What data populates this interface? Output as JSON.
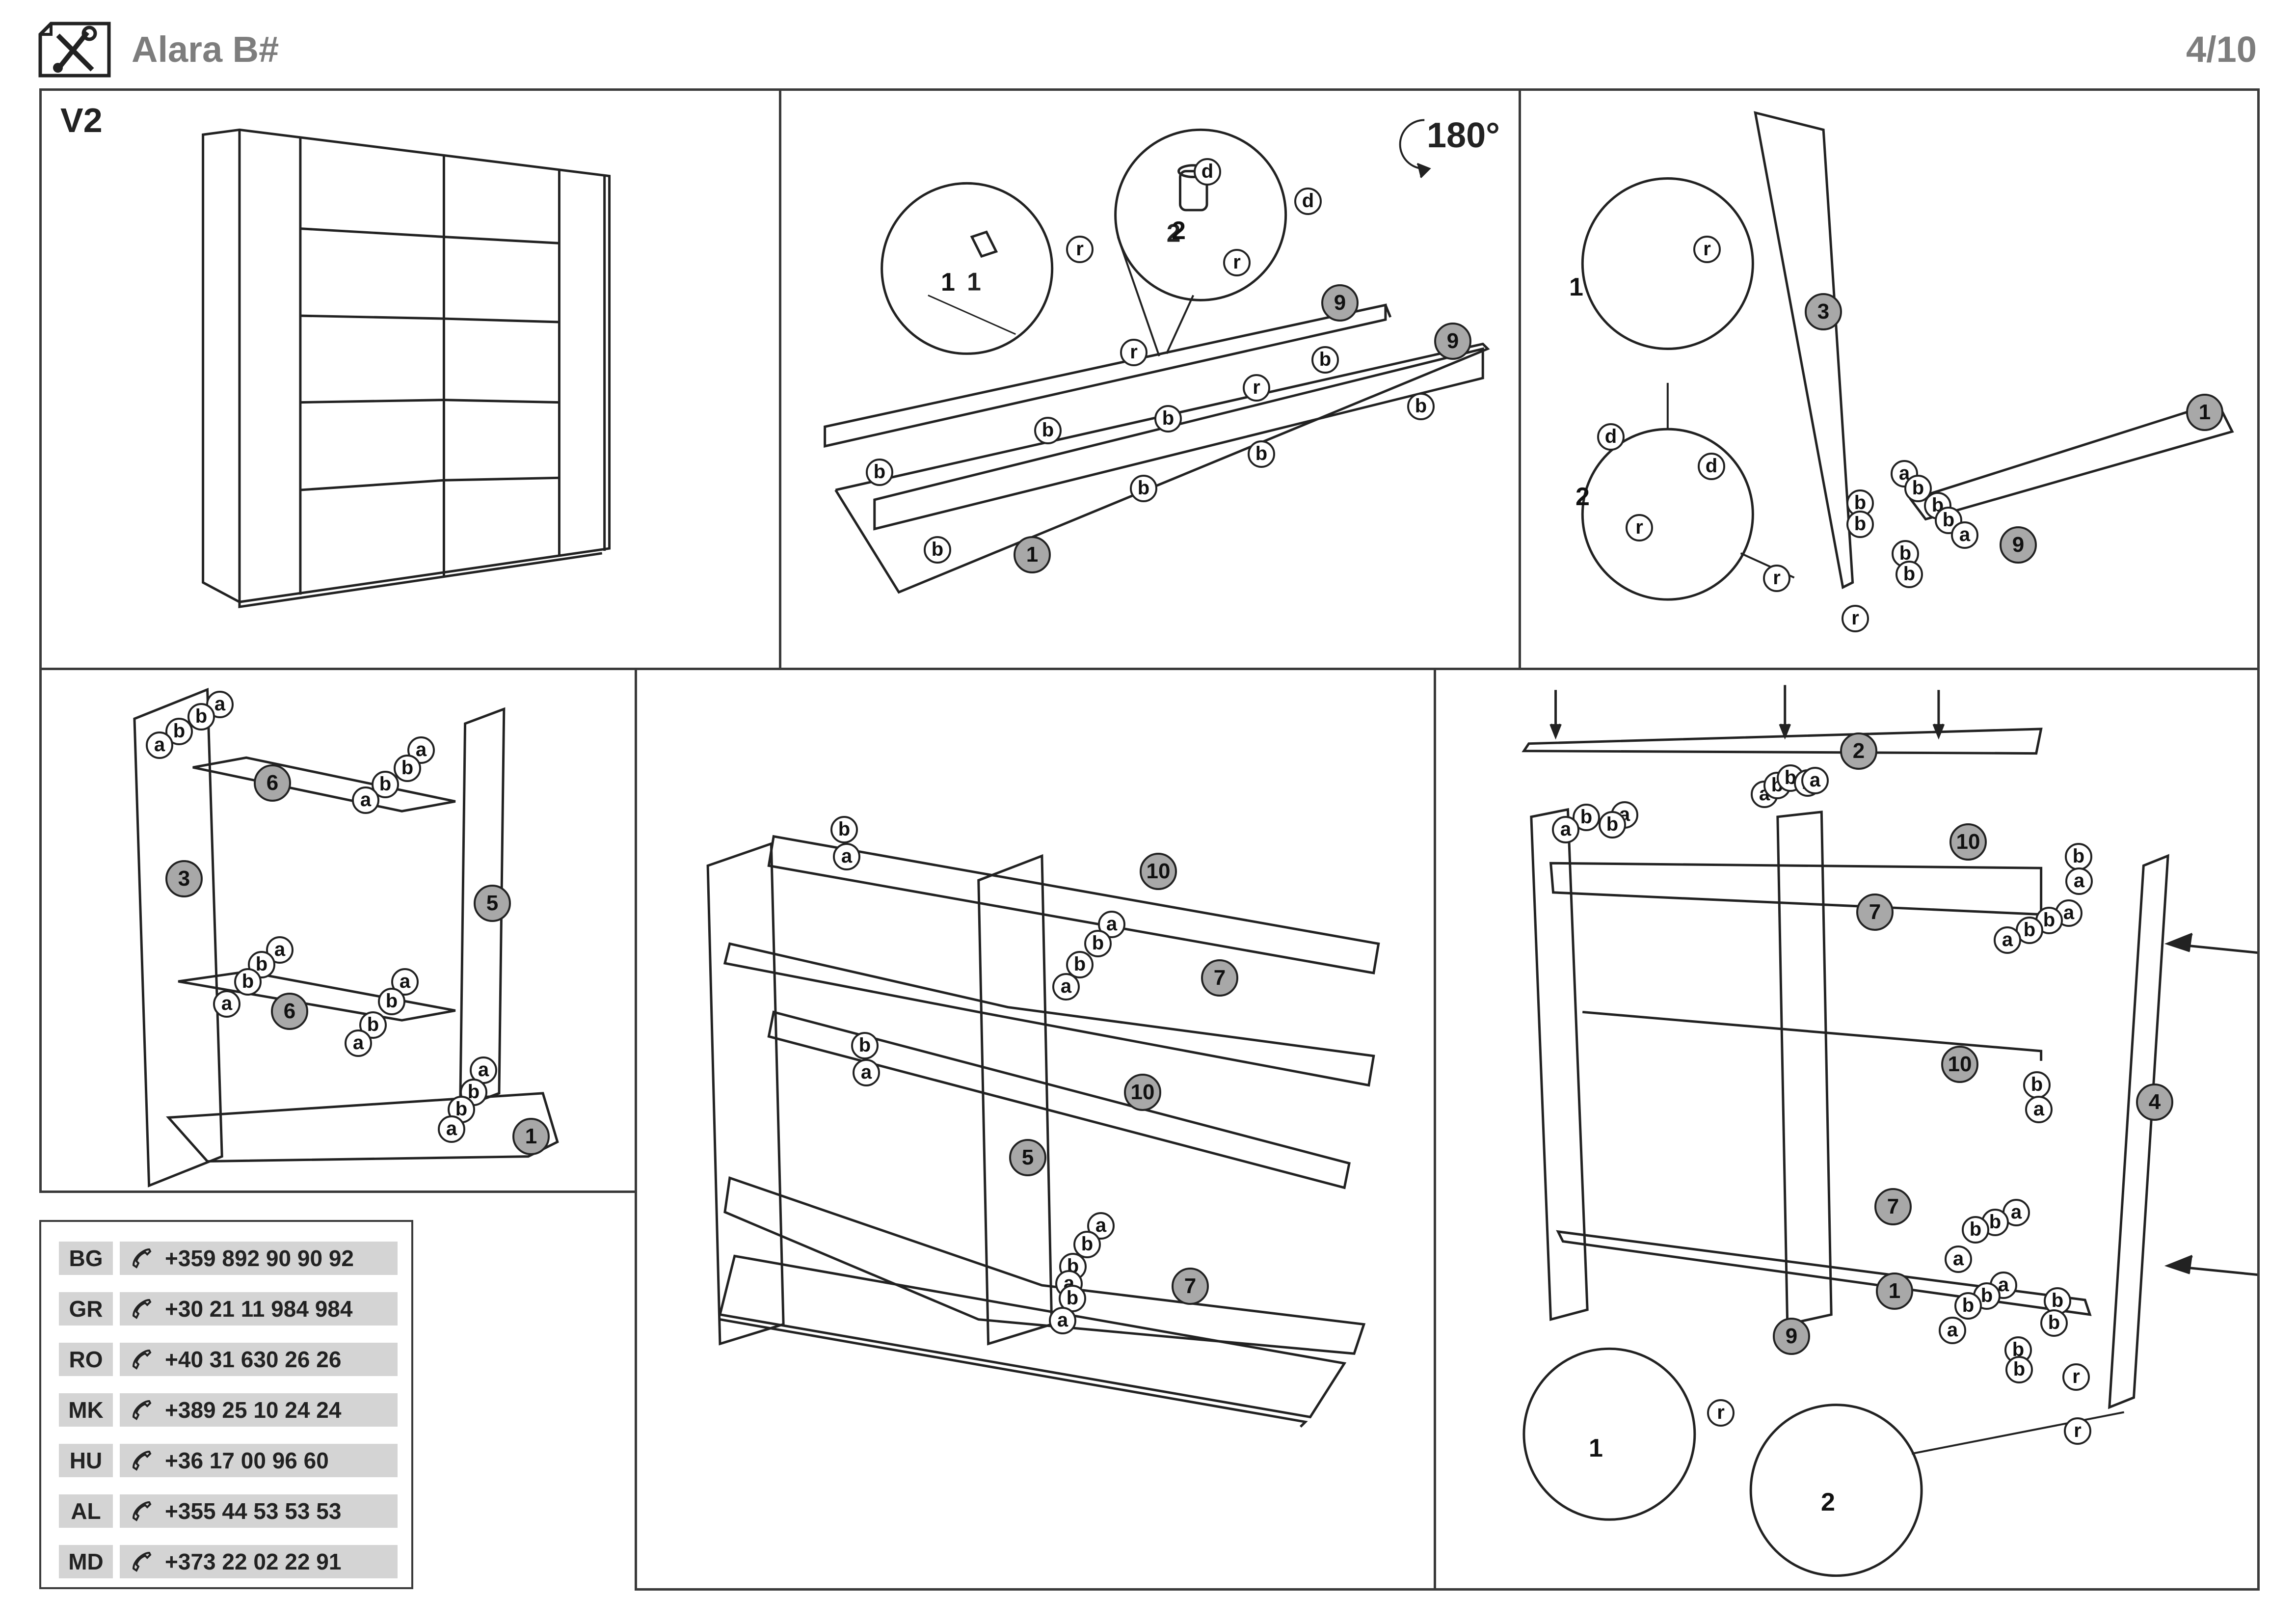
{
  "header": {
    "title": "Alara B#",
    "page": "4/10"
  },
  "panel1": {
    "label": "V2"
  },
  "panel2": {
    "rotate_label": "180°"
  },
  "callouts": {
    "detail_1": "1",
    "detail_2": "2",
    "a": "a",
    "b": "b",
    "d": "d",
    "r": "r"
  },
  "parts": {
    "p1": "1",
    "p2": "2",
    "p3": "3",
    "p4": "4",
    "p5": "5",
    "p6": "6",
    "p7": "7",
    "p9": "9",
    "p10": "10"
  },
  "contacts": [
    {
      "code": "BG",
      "phone": "+359 892 90 90 92"
    },
    {
      "code": "GR",
      "phone": "+30 21 11 984 984"
    },
    {
      "code": "RO",
      "phone": "+40 31 630 26 26"
    },
    {
      "code": "MK",
      "phone": "+389 25 10 24 24"
    },
    {
      "code": "HU",
      "phone": "+36 17 00 96 60"
    },
    {
      "code": "AL",
      "phone": "+355 44 53 53 53"
    },
    {
      "code": "MD",
      "phone": "+373 22 02 22 91"
    }
  ],
  "icons": {
    "header": "tools-icon",
    "phone": "phone-icon",
    "rotate": "rotate-arrow-icon"
  }
}
